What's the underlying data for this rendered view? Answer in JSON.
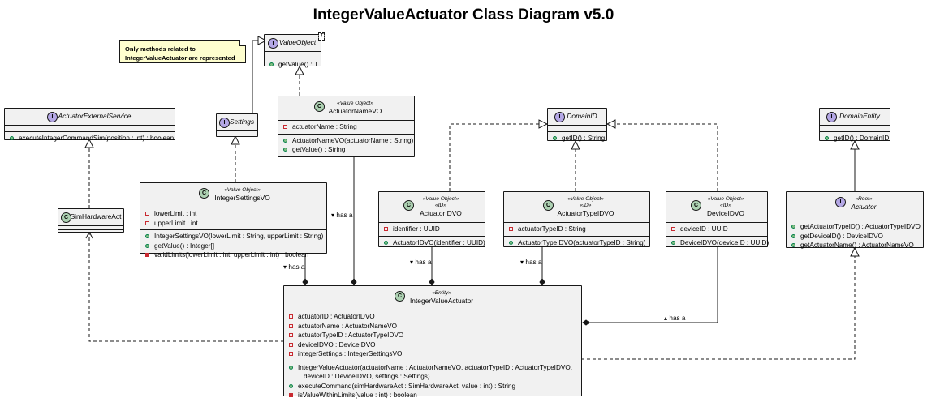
{
  "title": "IntegerValueActuator Class Diagram v5.0",
  "note": {
    "line1": "Only methods related to",
    "line2": "IntegerValueActuator are represented"
  },
  "classes": {
    "value_object": {
      "kind": "I",
      "name": "ValueObject",
      "type_param": "T",
      "methods": [
        "getValue() : T"
      ]
    },
    "actuator_external_service": {
      "kind": "I",
      "name": "ActuatorExternalService",
      "methods": [
        "executeIntegerCommandSim(position : int) : boolean"
      ]
    },
    "settings": {
      "kind": "I",
      "name": "Settings"
    },
    "sim_hardware_act": {
      "kind": "C",
      "name": "SimHardwareAct"
    },
    "actuator_name_vo": {
      "kind": "C",
      "stereotype": "«Value Object»",
      "name": "ActuatorNameVO",
      "fields": [
        "actuatorName : String"
      ],
      "methods": [
        "ActuatorNameVO(actuatorName : String)",
        "getValue() : String"
      ]
    },
    "integer_settings_vo": {
      "kind": "C",
      "stereotype": "«Value Object»",
      "name": "IntegerSettingsVO",
      "fields": [
        "lowerLimit : int",
        "upperLimit : int"
      ],
      "methods": [
        "IntegerSettingsVO(lowerLimit : String, upperLimit : String)",
        "getValue() : Integer[]",
        "validLimits(lowerLimit : int, upperLimit : int) : boolean"
      ]
    },
    "domain_id": {
      "kind": "I",
      "name": "DomainID",
      "methods": [
        "getID() : String"
      ]
    },
    "actuator_idvo": {
      "kind": "C",
      "stereotype": "«Value Object»",
      "stereotype2": "«ID»",
      "name": "ActuatorIDVO",
      "fields": [
        "identifier : UUID"
      ],
      "methods": [
        "ActuatorIDVO(identifier : UUID)"
      ]
    },
    "actuator_type_idvo": {
      "kind": "C",
      "stereotype": "«Value Object»",
      "stereotype2": "«ID»",
      "name": "ActuatorTypeIDVO",
      "fields": [
        "actuatorTypeID : String"
      ],
      "methods": [
        "ActuatorTypeIDVO(actuatorTypeID : String)"
      ]
    },
    "device_idvo": {
      "kind": "C",
      "stereotype": "«Value Object»",
      "stereotype2": "«ID»",
      "name": "DeviceIDVO",
      "fields": [
        "deviceID : UUID"
      ],
      "methods": [
        "DeviceIDVO(deviceID : UUID)"
      ]
    },
    "domain_entity": {
      "kind": "I",
      "name": "DomainEntity",
      "methods": [
        "getID() : DomainID"
      ]
    },
    "actuator": {
      "kind": "I",
      "stereotype": "«Root»",
      "name": "Actuator",
      "methods": [
        "getActuatorTypeID() : ActuatorTypeIDVO",
        "getDeviceID() : DeviceIDVO",
        "getActuatorName() : ActuatorNameVO"
      ]
    },
    "integer_value_actuator": {
      "kind": "C",
      "stereotype": "«Entity»",
      "name": "IntegerValueActuator",
      "fields": [
        "actuatorID : ActuatorIDVO",
        "actuatorName : ActuatorNameVO",
        "actuatorTypeID : ActuatorTypeIDVO",
        "deviceIDVO : DeviceIDVO",
        "integerSettings : IntegerSettingsVO"
      ],
      "methods": [
        "IntegerValueActuator(actuatorName : ActuatorNameVO, actuatorTypeID : ActuatorTypeIDVO,",
        "deviceID : DeviceIDVO, settings : Settings)",
        "executeCommand(simHardwareAct : SimHardwareAct, value : int) : String",
        "isValueWithinLimits(value : int) : boolean"
      ]
    }
  },
  "relation_labels": {
    "has_a": "has a",
    "arrow_right": "▾",
    "arrow_up": "▴"
  },
  "colors": {
    "interface_badge": "#b4a7e5",
    "class_badge": "#add1b2",
    "box_fill": "#f1f1f1",
    "note_fill": "#fefece"
  }
}
